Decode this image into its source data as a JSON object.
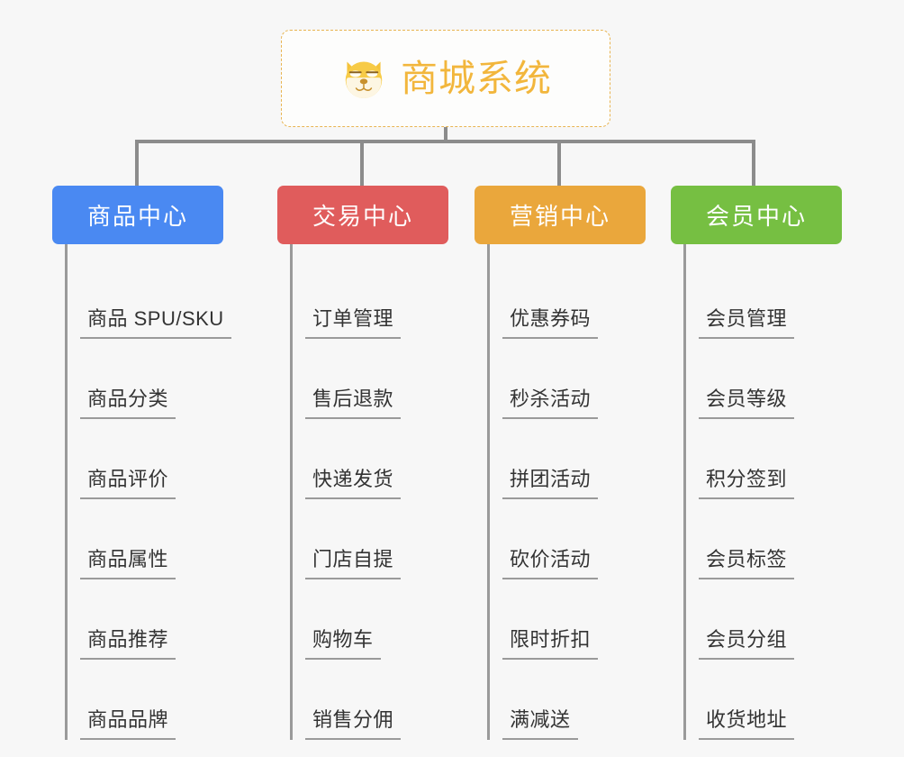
{
  "root": {
    "title": "商城系统",
    "icon": "dog-face-emoji",
    "border_color": "#e8b451",
    "text_color": "#f2b63c"
  },
  "canvas": {
    "background_color": "#f7f7f7",
    "connector_color": "#8c8c8c"
  },
  "branches": [
    {
      "label": "商品中心",
      "color": "#4a89f2",
      "items": [
        "商品 SPU/SKU",
        "商品分类",
        "商品评价",
        "商品属性",
        "商品推荐",
        "商品品牌"
      ]
    },
    {
      "label": "交易中心",
      "color": "#e05c5c",
      "items": [
        "订单管理",
        "售后退款",
        "快递发货",
        "门店自提",
        "购物车",
        "销售分佣"
      ]
    },
    {
      "label": "营销中心",
      "color": "#eaa73c",
      "items": [
        "优惠券码",
        "秒杀活动",
        "拼团活动",
        "砍价活动",
        "限时折扣",
        "满减送"
      ]
    },
    {
      "label": "会员中心",
      "color": "#76bf42",
      "items": [
        "会员管理",
        "会员等级",
        "积分签到",
        "会员标签",
        "会员分组",
        "收货地址"
      ]
    }
  ]
}
